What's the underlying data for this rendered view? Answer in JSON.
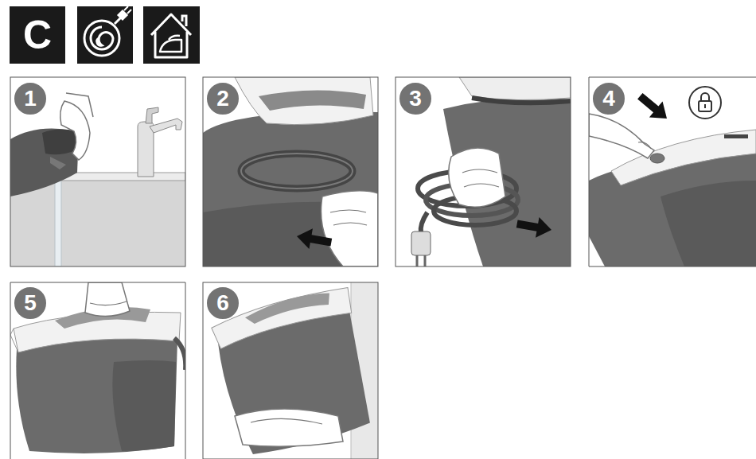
{
  "diagram": {
    "nodes": [
      {
        "text": [
          "C"
        ]
      },
      {
        "text": [
          "1"
        ]
      },
      {
        "text": [
          "2"
        ]
      },
      {
        "text": [
          "3"
        ]
      },
      {
        "text": [
          "4"
        ]
      },
      {
        "text": [
          "5"
        ]
      },
      {
        "text": [
          "6"
        ]
      }
    ]
  }
}
